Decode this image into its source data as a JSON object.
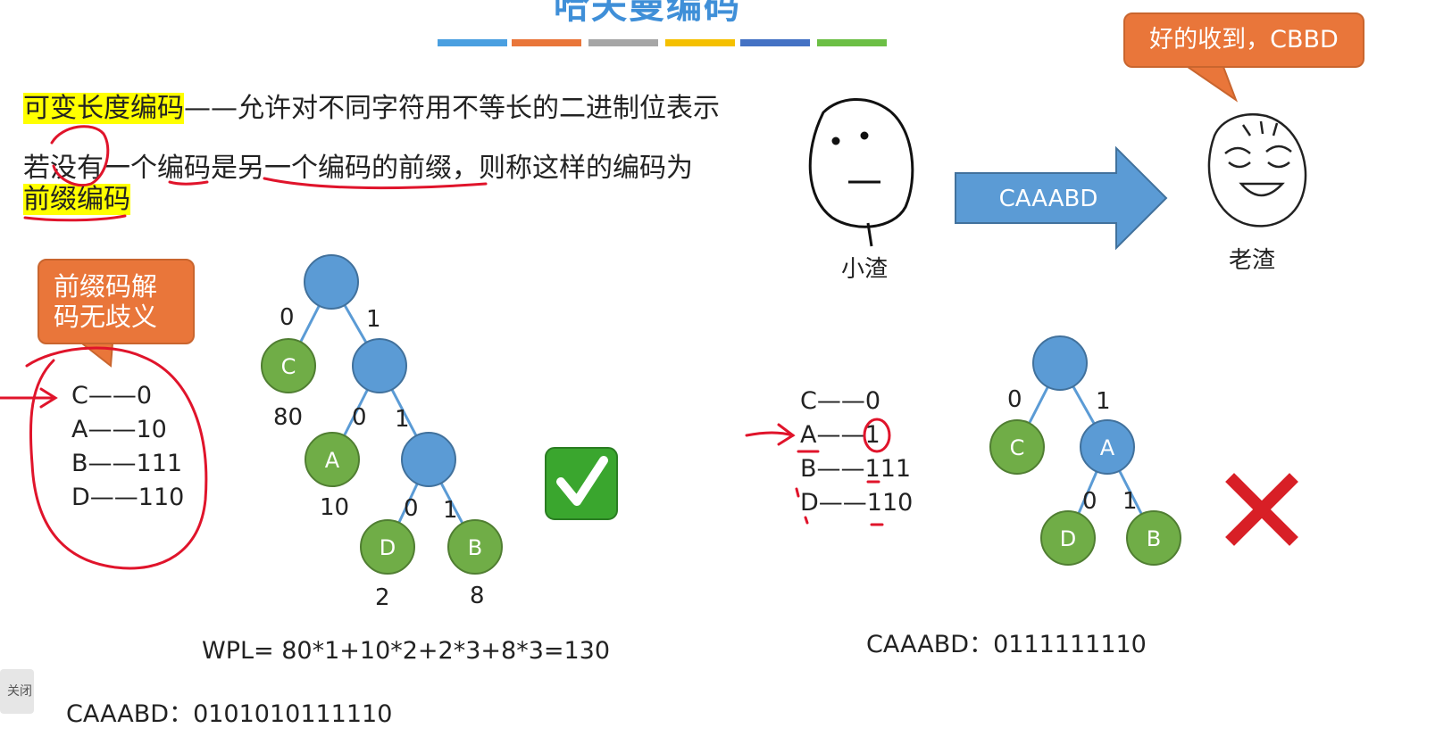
{
  "title": "哈夫曼编码",
  "color_bars": [
    "#4a9fe0",
    "#e9763a",
    "#a6a6a6",
    "#f5c000",
    "#4472c4",
    "#6cbf45"
  ],
  "text": {
    "term1": "可变长度编码",
    "def1": "——允许对不同字符用不等长的二进制位表示",
    "line2": "若没有一个编码是另一个编码的前缀，则称这样的编码为",
    "term2": "前缀编码"
  },
  "left": {
    "callout": "前缀码解码无歧义",
    "codes": [
      "C——0",
      "A——10",
      "B——111",
      "D——110"
    ],
    "tree": {
      "edge_labels": [
        "0",
        "1",
        "0",
        "1",
        "0",
        "1"
      ],
      "leaves": [
        "C",
        "A",
        "D",
        "B"
      ],
      "weights": [
        "80",
        "10",
        "2",
        "8"
      ]
    },
    "wpl": "WPL= 80*1+10*2+2*3+8*3=130",
    "encoded": "CAAABD：0101010111110",
    "check_icon": "check-mark"
  },
  "right": {
    "callout": "好的收到，CBBD",
    "sender": "小渣",
    "receiver": "老渣",
    "arrow_text": "CAAABD",
    "codes": [
      "C——0",
      "A——1",
      "B——111",
      "D——110"
    ],
    "tree": {
      "edge_labels": [
        "0",
        "1",
        "0",
        "1"
      ],
      "nodes": [
        "C",
        "A",
        "D",
        "B"
      ]
    },
    "encoded": "CAAABD：0111111110",
    "cross_icon": "cross-mark"
  },
  "close_label": "关闭",
  "colors": {
    "internal_node": "#5b9bd5",
    "leaf_node": "#70ad47",
    "accent": "#e9763a",
    "pen": "#e0142b"
  }
}
